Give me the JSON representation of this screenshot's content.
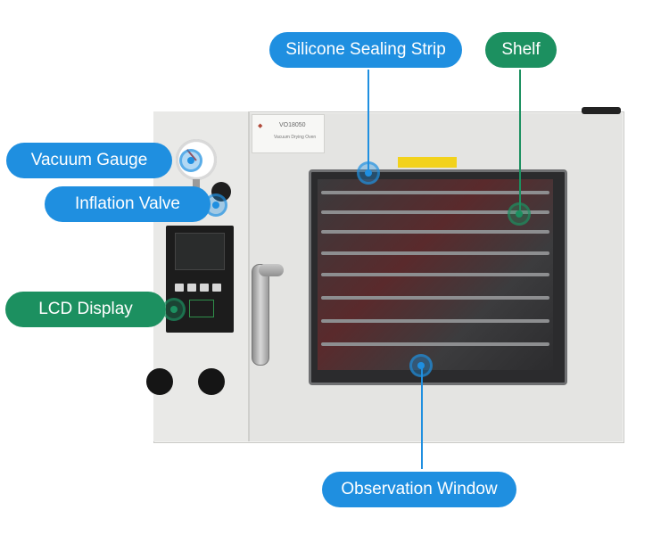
{
  "labels": {
    "silicone_sealing_strip": "Silicone Sealing Strip",
    "shelf": "Shelf",
    "vacuum_gauge": "Vacuum Gauge",
    "inflation_valve": "Inflation Valve",
    "lcd_display": "LCD Display",
    "observation_window": "Observation Window"
  },
  "plate": {
    "model": "VO18050",
    "subtitle": "Vacuum Drying Oven"
  },
  "colors": {
    "callout_blue": "#1f8fe0",
    "callout_green": "#1c9060"
  }
}
